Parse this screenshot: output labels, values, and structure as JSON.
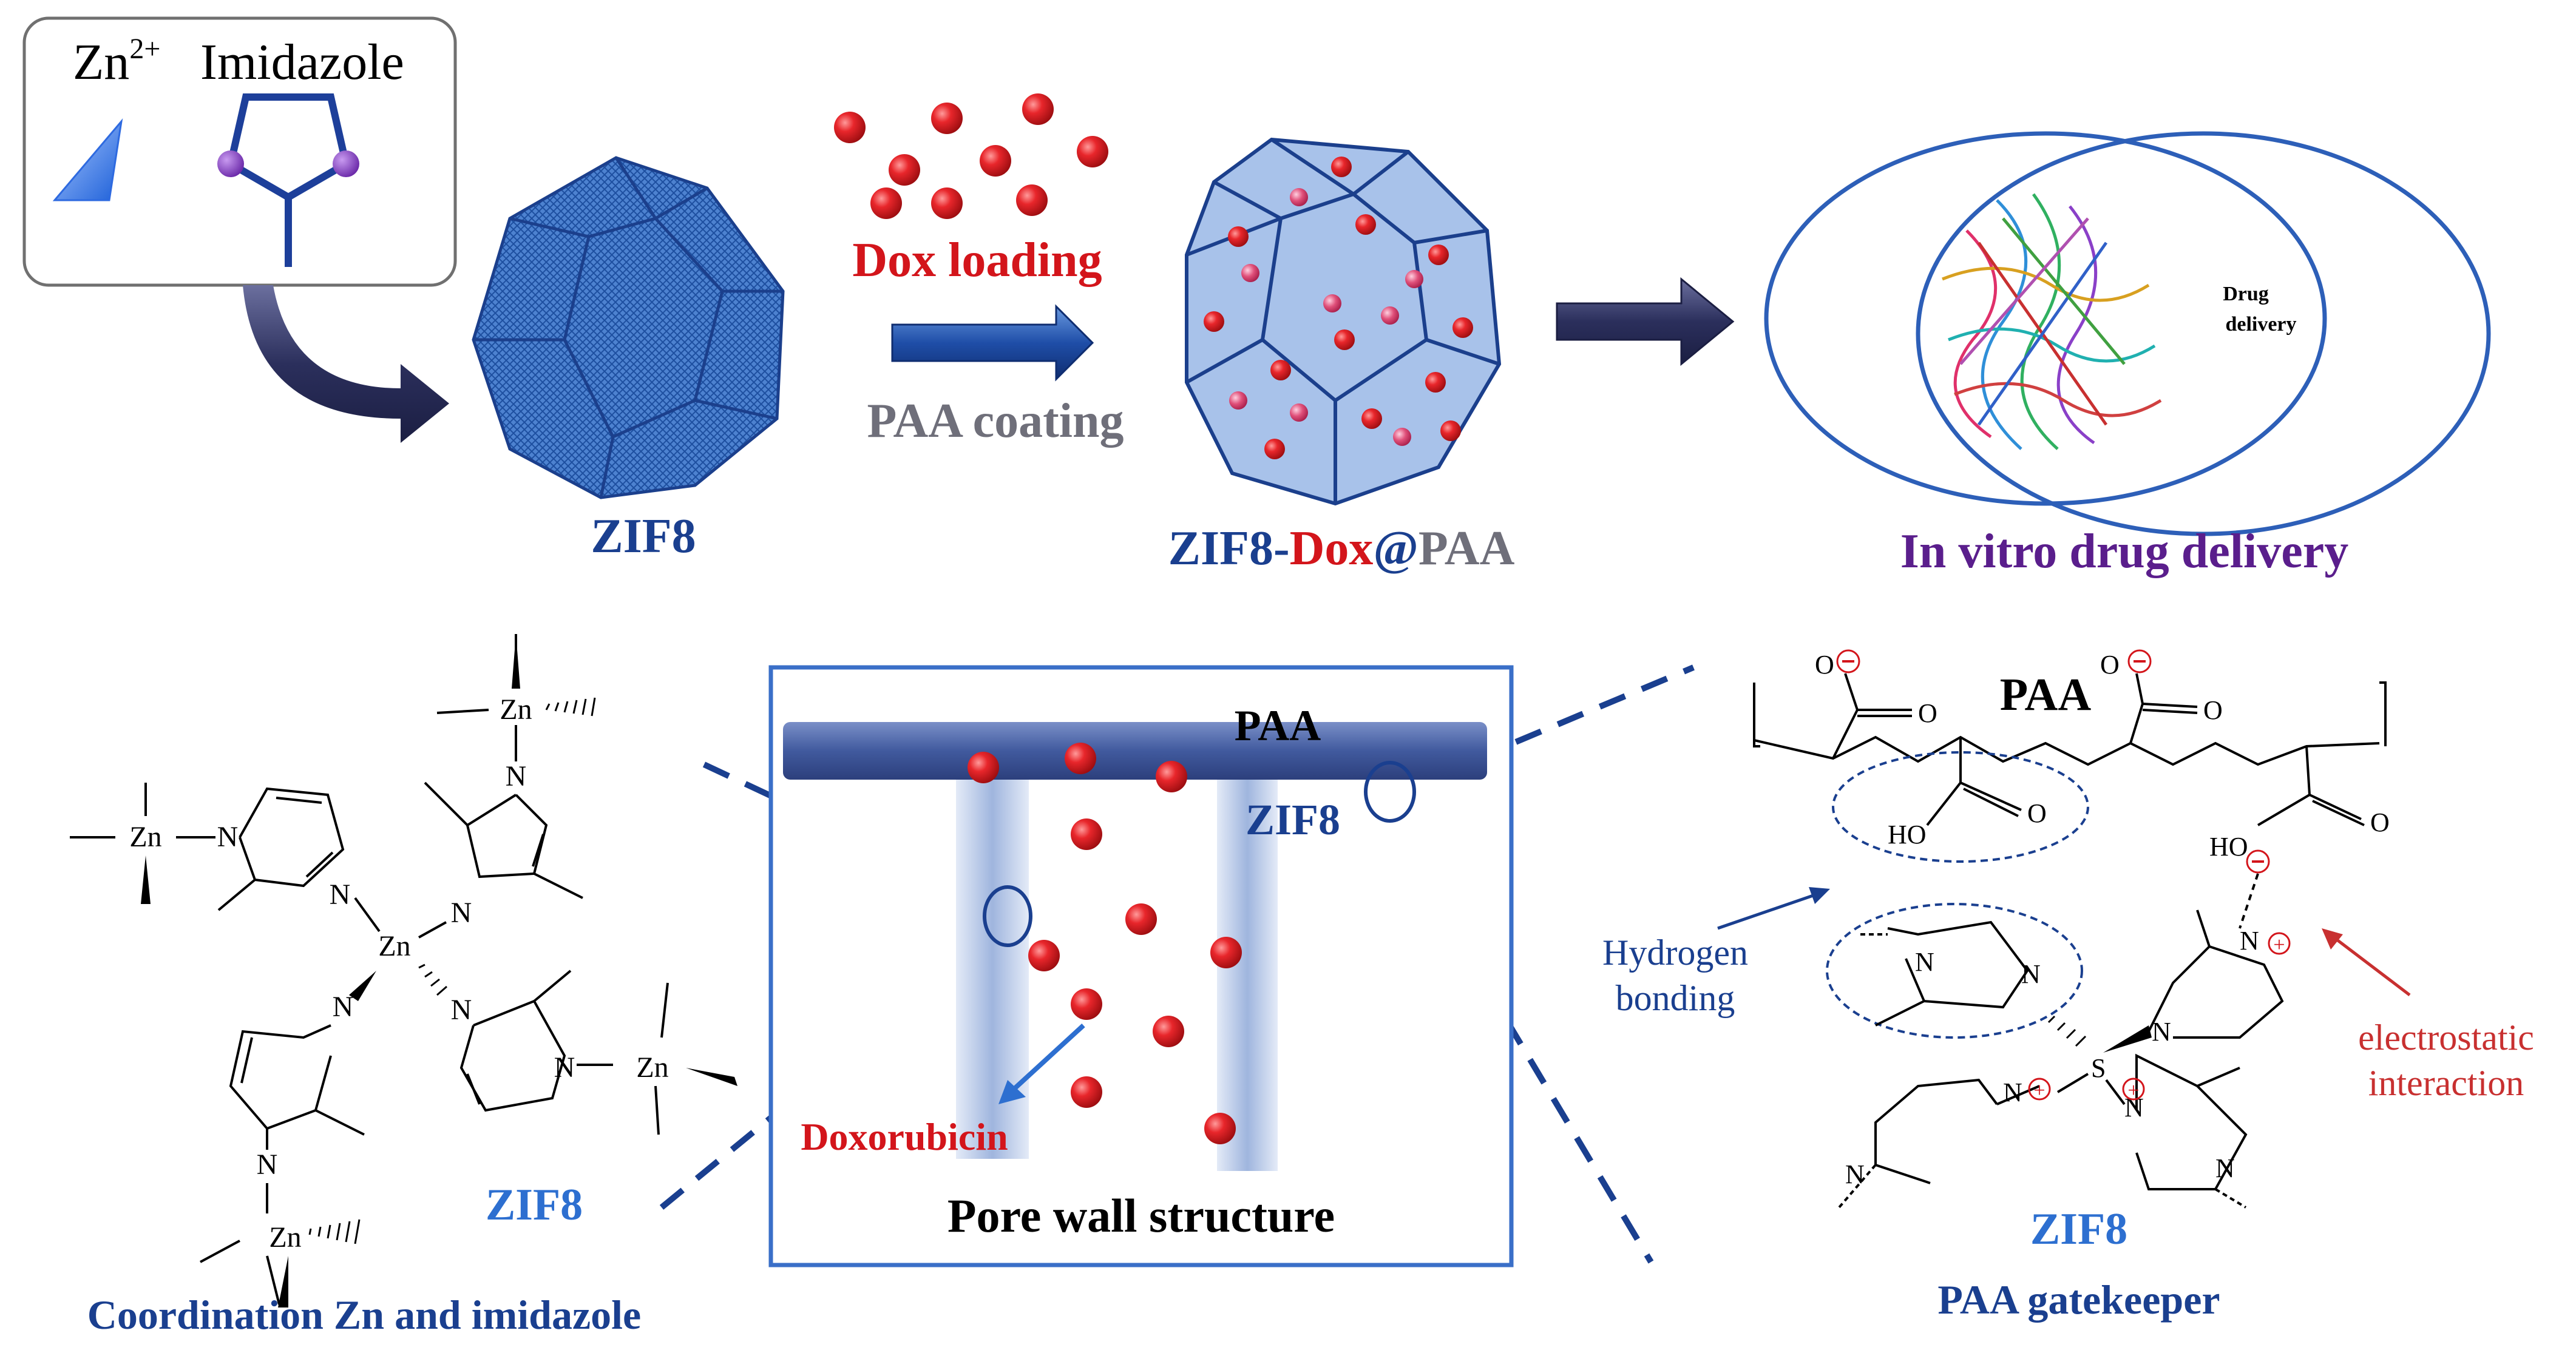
{
  "colors": {
    "navy": "#1a3f8f",
    "blue": "#2d5fb8",
    "red": "#d3151b",
    "gray": "#6f6f7a",
    "purple": "#5a1e8c",
    "dark": "#1e2a5a"
  },
  "legend": {
    "zn": "Zn",
    "zn_sup": "2+",
    "imidazole": "Imidazole"
  },
  "zif8_label": "ZIF8",
  "dox_loading": "Dox loading",
  "paa_coating": "PAA coating",
  "product": {
    "a": "ZIF8-",
    "b": "Dox",
    "c": "@",
    "d": "PAA"
  },
  "drug": {
    "line1": "Drug",
    "line2": "delivery"
  },
  "in_vitro": "In vitro drug delivery",
  "coordination": {
    "zn": "Zn",
    "n": "N",
    "label": "ZIF8",
    "caption": "Coordination Zn and imidazole"
  },
  "pore": {
    "paa": "PAA",
    "zif8": "ZIF8",
    "doxorubicin": "Doxorubicin",
    "caption": "Pore wall structure"
  },
  "gatekeeper": {
    "paa": "PAA",
    "o": "O",
    "ho": "HO",
    "n": "N",
    "s": "S",
    "hydrogen1": "Hydrogen",
    "hydrogen2": "bonding",
    "electro1": "electrostatic",
    "electro2": "interaction",
    "zif8": "ZIF8",
    "caption": "PAA gatekeeper"
  }
}
